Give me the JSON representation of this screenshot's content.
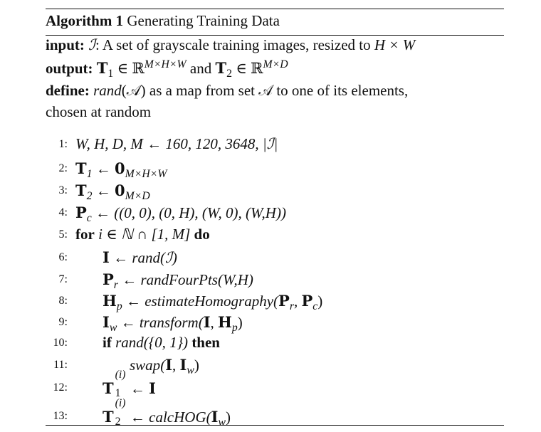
{
  "caption": {
    "label": "Algorithm 1",
    "title": "Generating Training Data"
  },
  "header": {
    "input_kw": "input:",
    "input_text_a": "ℐ",
    "input_text_b": ": A set of grayscale training images, resized to ",
    "input_text_c": "H × W",
    "output_kw": "output:",
    "output_t1": "T",
    "output_t1_sub": "1",
    "output_in1": " ∈ ℝ",
    "output_sup1": "M×H×W",
    "output_and": " and ",
    "output_t2": "T",
    "output_t2_sub": "2",
    "output_in2": " ∈ ℝ",
    "output_sup2": "M×D",
    "define_kw": "define:",
    "define_text_a": "rand",
    "define_text_b": "(𝒜) as a map from set 𝒜 to one of its elements,",
    "define_text_c": "chosen at random"
  },
  "lines": [
    {
      "n": "1:",
      "a": "W, H, D, M",
      "b": " ← 160, 120, 3648, |ℐ|"
    },
    {
      "n": "2:",
      "a": "T",
      "sub": "1",
      "b": " ← ",
      "c": "0",
      "sub2": "M×H×W"
    },
    {
      "n": "3:",
      "a": "T",
      "sub": "2",
      "b": " ← ",
      "c": "0",
      "sub2": "M×D"
    },
    {
      "n": "4:",
      "a": "P",
      "sub": "c",
      "b": " ← ((0, 0), (0, H), (W, 0), (W,H))"
    },
    {
      "n": "5:",
      "kw": "for",
      "a": " i ∈ ℕ ∩ [1, M] ",
      "kw2": "do"
    },
    {
      "n": "6:",
      "a": "I",
      "b": " ← ",
      "c": "rand",
      "d": "(ℐ)"
    },
    {
      "n": "7:",
      "a": "P",
      "sub": "r",
      "b": " ← ",
      "c": "randFourPts",
      "d": "(W,H)"
    },
    {
      "n": "8:",
      "a": "H",
      "sub": "p",
      "b": " ← ",
      "c": "estimateHomography",
      "d": "(",
      "e": "P",
      "esub": "r",
      "f": ", ",
      "g": "P",
      "gsub": "c",
      "h": ")"
    },
    {
      "n": "9:",
      "a": "I",
      "sub": "w",
      "b": " ← ",
      "c": "transform",
      "d": "(",
      "e": "I",
      "f": ", ",
      "g": "H",
      "gsub": "p",
      "h": ")"
    },
    {
      "n": "10:",
      "kw": "if",
      "c": " rand",
      "d": "({0, 1}) ",
      "kw2": "then"
    },
    {
      "n": "11:",
      "c": "swap",
      "d": "(",
      "e": "I",
      "f": ", ",
      "g": "I",
      "gsub": "w",
      "h": ")"
    },
    {
      "n": "12:",
      "a": "T",
      "sup": "(i)",
      "sub": "1",
      "b": " ← ",
      "e": "I"
    },
    {
      "n": "13:",
      "a": "T",
      "sup": "(i)",
      "sub": "2",
      "b": " ← ",
      "c": "calcHOG",
      "d": "(",
      "e": "I",
      "esub": "w",
      "h": ")"
    }
  ]
}
